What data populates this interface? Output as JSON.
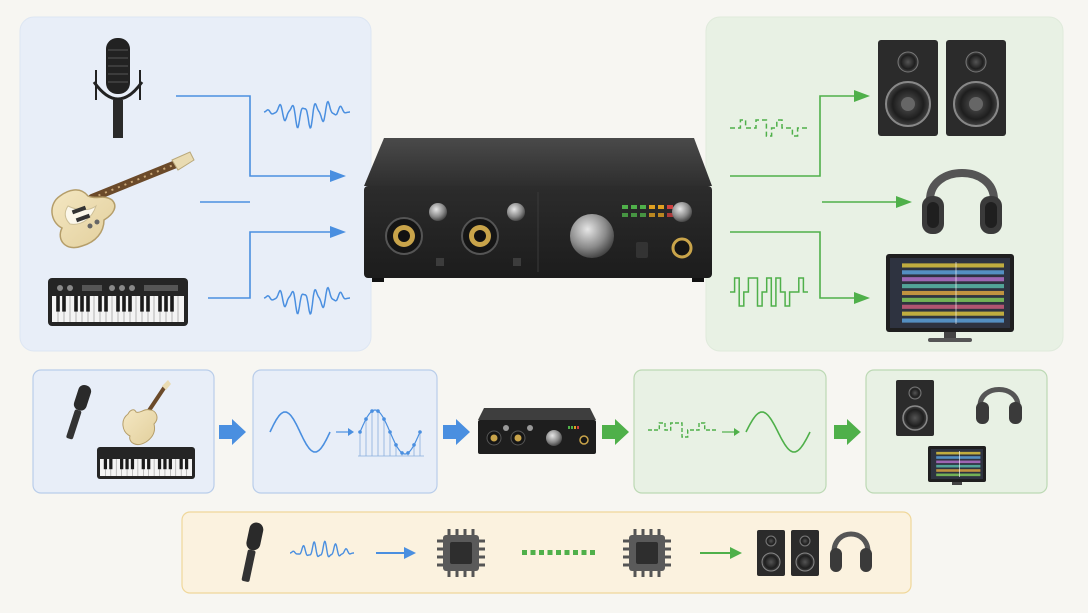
{
  "diagram": {
    "inputs": [
      "microphone",
      "electric-guitar",
      "synth-keyboard"
    ],
    "interface_device": "audio-interface",
    "outputs": [
      "studio-monitor-speakers",
      "headphones",
      "daw-computer-monitor"
    ],
    "process_steps": [
      "analog-sources",
      "sampling-adc",
      "audio-interface",
      "dac-reconstruction",
      "playback-devices"
    ],
    "signal_chain_steps": [
      "microphone",
      "analog-waveform",
      "adc-chip",
      "digital-data",
      "dac-chip",
      "speakers-and-headphones"
    ]
  },
  "colors": {
    "background": "#f7f6f2",
    "input_panel": "#e8eef8",
    "input_border": "#b9cdea",
    "output_panel": "#e8f1e4",
    "output_border": "#bcd9b4",
    "chain_panel": "#fbf2df",
    "chain_border": "#f0d79a",
    "analog_blue": "#4a8fe0",
    "digital_green": "#4fb04a",
    "device_dark": "#2b2b2b",
    "monitor_amber": "#d9a441"
  }
}
